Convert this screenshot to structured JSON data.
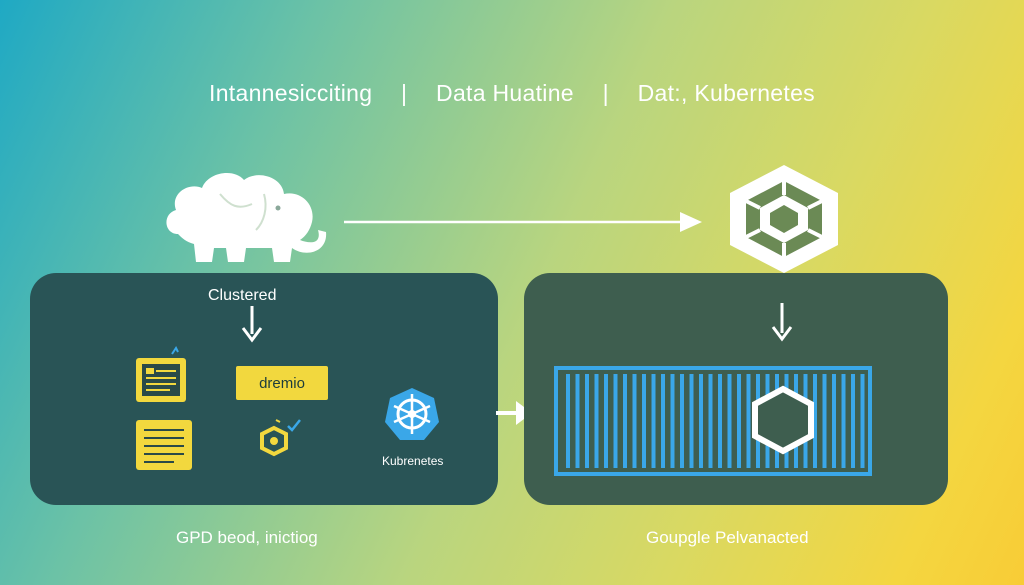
{
  "header": {
    "segments": [
      "Intannesicciting",
      "Data Huatine",
      "Dat:, Kubernetes"
    ],
    "separator": "|"
  },
  "left_panel": {
    "cluster_label": "Clustered",
    "badge_label": "dremio",
    "k8s_label": "Kubrenetes",
    "caption": "GPD beod, inictiog"
  },
  "right_panel": {
    "caption": "Goupgle Pelvanacted"
  },
  "colors": {
    "panel_left": "#295456",
    "panel_right": "#3e5e4f",
    "accent_yellow": "#f2d83e",
    "accent_blue": "#3aa7e8",
    "hex_green": "#6b8a55"
  },
  "icons": [
    "elephant-icon",
    "hexagon-icon",
    "document-icon",
    "list-document-icon",
    "small-hexagon-icon",
    "kubernetes-icon",
    "server-rack-icon"
  ]
}
